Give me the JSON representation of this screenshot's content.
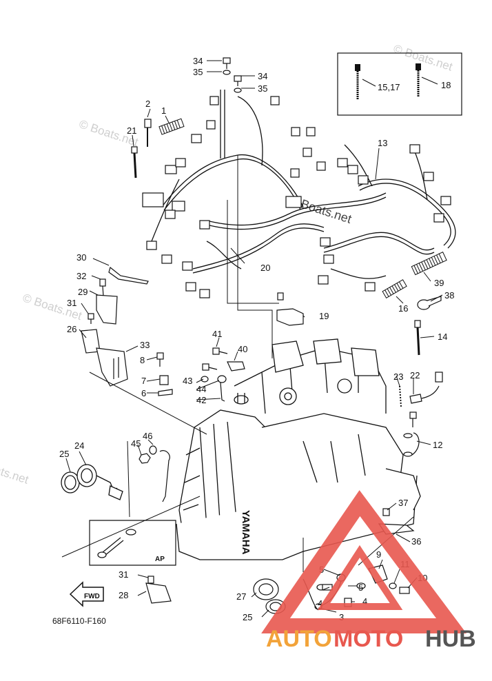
{
  "diagram": {
    "figure_code": "68F6110-F160",
    "ap_label": "AP",
    "fwd_label": "FWD",
    "engine_brand": "YAMAHA",
    "callouts": [
      {
        "id": "c34a",
        "text": "34"
      },
      {
        "id": "c35a",
        "text": "35"
      },
      {
        "id": "c34b",
        "text": "34"
      },
      {
        "id": "c35b",
        "text": "35"
      },
      {
        "id": "c2",
        "text": "2"
      },
      {
        "id": "c1",
        "text": "1"
      },
      {
        "id": "c21",
        "text": "21"
      },
      {
        "id": "c13",
        "text": "13"
      },
      {
        "id": "c15_17",
        "text": "15,17"
      },
      {
        "id": "c18",
        "text": "18"
      },
      {
        "id": "c20",
        "text": "20"
      },
      {
        "id": "c39",
        "text": "39"
      },
      {
        "id": "c30",
        "text": "30"
      },
      {
        "id": "c32",
        "text": "32"
      },
      {
        "id": "c29",
        "text": "29"
      },
      {
        "id": "c31a",
        "text": "31"
      },
      {
        "id": "c26",
        "text": "26"
      },
      {
        "id": "c33",
        "text": "33"
      },
      {
        "id": "c19",
        "text": "19"
      },
      {
        "id": "c38",
        "text": "38"
      },
      {
        "id": "c16",
        "text": "16"
      },
      {
        "id": "c14",
        "text": "14"
      },
      {
        "id": "c41",
        "text": "41"
      },
      {
        "id": "c40",
        "text": "40"
      },
      {
        "id": "c8",
        "text": "8"
      },
      {
        "id": "c43",
        "text": "43"
      },
      {
        "id": "c7",
        "text": "7"
      },
      {
        "id": "c44",
        "text": "44"
      },
      {
        "id": "c6",
        "text": "6"
      },
      {
        "id": "c42",
        "text": "42"
      },
      {
        "id": "c23",
        "text": "23"
      },
      {
        "id": "c22",
        "text": "22"
      },
      {
        "id": "c12",
        "text": "12"
      },
      {
        "id": "c24",
        "text": "24"
      },
      {
        "id": "c25a",
        "text": "25"
      },
      {
        "id": "c46",
        "text": "46"
      },
      {
        "id": "c45",
        "text": "45"
      },
      {
        "id": "c37",
        "text": "37"
      },
      {
        "id": "c36",
        "text": "36"
      },
      {
        "id": "c9",
        "text": "9"
      },
      {
        "id": "c11",
        "text": "11"
      },
      {
        "id": "c10",
        "text": "10"
      },
      {
        "id": "c5a",
        "text": "5"
      },
      {
        "id": "c5b",
        "text": "5"
      },
      {
        "id": "c4a",
        "text": "4"
      },
      {
        "id": "c4b",
        "text": "4"
      },
      {
        "id": "c3",
        "text": "3"
      },
      {
        "id": "c31b",
        "text": "31"
      },
      {
        "id": "c28",
        "text": "28"
      },
      {
        "id": "c27",
        "text": "27"
      },
      {
        "id": "c25b",
        "text": "25"
      }
    ]
  },
  "watermarks": {
    "boats_text": "© Boats.net",
    "brand_auto": "AUTO",
    "brand_moto": "MOTO",
    "brand_hub": "HUB",
    "brand_colors": {
      "auto": "#f2a33a",
      "moto": "#e8584f",
      "hub": "#555555",
      "triangle": "#e8584f"
    }
  }
}
